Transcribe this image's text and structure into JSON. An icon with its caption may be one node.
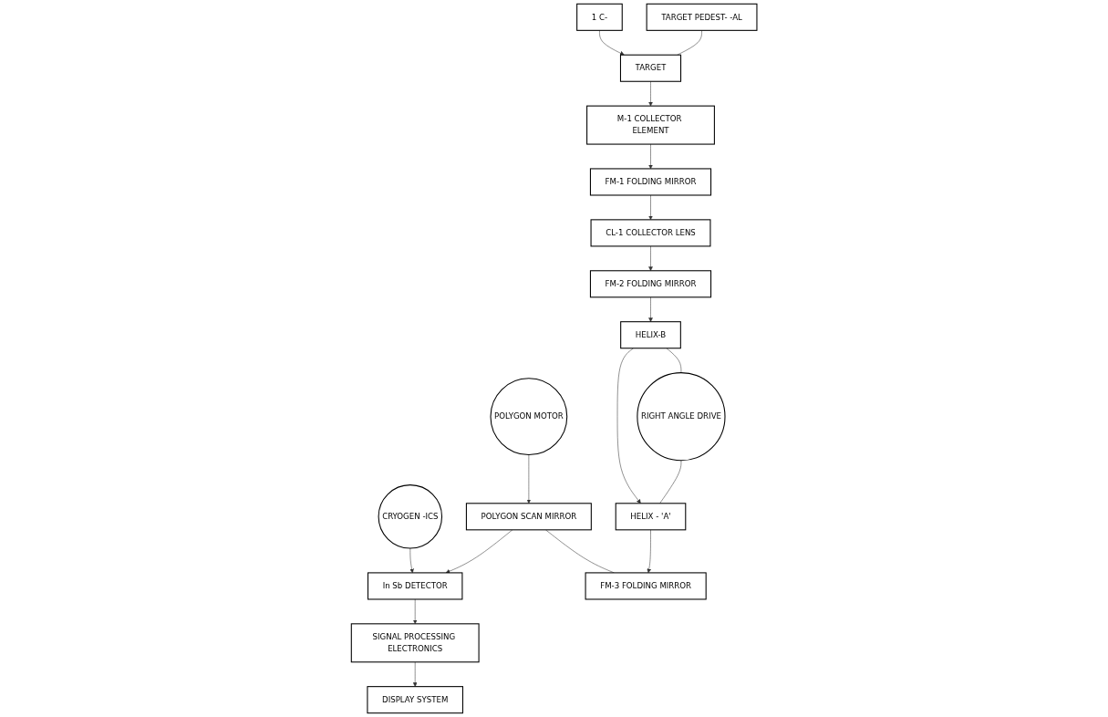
{
  "diagram": {
    "nodes": [
      {
        "text": [
          "DISPLAY SYSTEM"
        ]
      },
      {
        "text": [
          "SIGNAL PROCESSING ELECTRONICS"
        ]
      },
      {
        "text": [
          "CRYOGEN -ICS"
        ]
      },
      {
        "text": [
          "POLYGON MOTOR"
        ]
      },
      {
        "text": [
          "M-1 COLLECTOR ELEMENT"
        ]
      },
      {
        "text": [
          "FM-1 FOLDING MIRROR"
        ]
      },
      {
        "text": [
          "In Sb DETECTOR"
        ]
      },
      {
        "text": [
          "POLYGON SCAN MIRROR"
        ]
      },
      {
        "text": [
          "1 C-"
        ]
      },
      {
        "text": [
          "TARGET"
        ]
      },
      {
        "text": [
          "CL-1 COLLECTOR LENS"
        ]
      },
      {
        "text": [
          "HELIX - 'A'"
        ]
      },
      {
        "text": [
          "FM-3 FOLDING MIRROR"
        ]
      },
      {
        "text": [
          "TARGET PEDEST- -AL"
        ]
      },
      {
        "text": [
          "FM-2 FOLDING MIRROR"
        ]
      },
      {
        "text": [
          "HELIX-B"
        ]
      },
      {
        "text": [
          "RIGHT ANGLE DRIVE"
        ]
      }
    ],
    "edges": [
      {
        "from": 1,
        "to": 0,
        "arrow": "to"
      },
      {
        "from": 6,
        "to": 1,
        "arrow": "to"
      },
      {
        "from": 2,
        "to": 6,
        "arrow": "to"
      },
      {
        "from": 3,
        "to": 7,
        "arrow": "to"
      },
      {
        "from": 7,
        "to": 6,
        "arrow": "to"
      },
      {
        "from": 4,
        "to": 5,
        "arrow": "to"
      },
      {
        "from": 9,
        "to": 4,
        "arrow": "to"
      },
      {
        "from": 8,
        "to": 9,
        "arrow": "to"
      },
      {
        "from": 13,
        "to": 9,
        "arrow": "none"
      },
      {
        "from": 5,
        "to": 10,
        "arrow": "to"
      },
      {
        "from": 10,
        "to": 14,
        "arrow": "to"
      },
      {
        "from": 14,
        "to": 15,
        "arrow": "to"
      },
      {
        "from": 15,
        "to": 11,
        "arrow": "to"
      },
      {
        "from": 11,
        "to": 12,
        "arrow": "to"
      },
      {
        "from": 7,
        "to": 12,
        "arrow": "none"
      },
      {
        "from": 16,
        "to": 11,
        "arrow": "none"
      },
      {
        "from": 15,
        "to": 16,
        "arrow": "none"
      }
    ]
  }
}
